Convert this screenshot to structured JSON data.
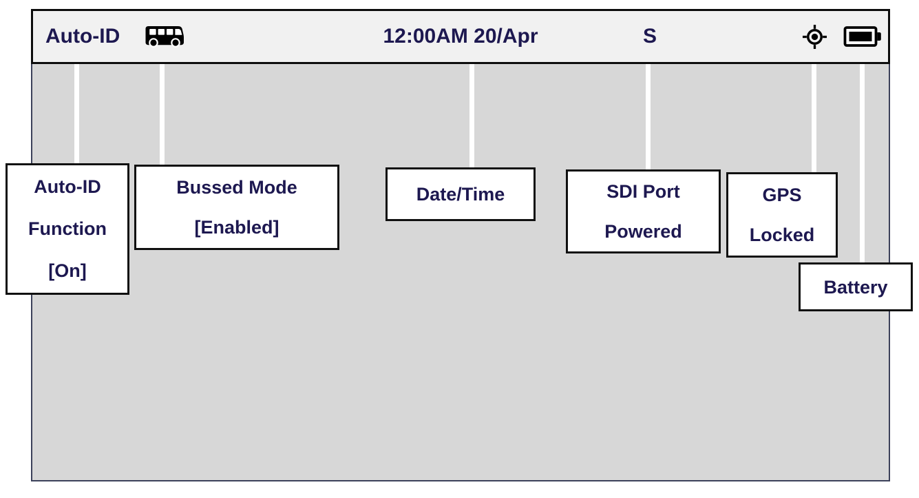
{
  "status_bar": {
    "mode_label": "Auto-ID",
    "datetime": "12:00AM 20/Apr",
    "sdi_indicator": "S",
    "icons": {
      "bus": "bus-icon",
      "gps": "gps-target-icon",
      "battery": "battery-full-icon"
    }
  },
  "callouts": {
    "auto_id": {
      "line1": "Auto-ID",
      "line2": "Function",
      "line3": "[On]"
    },
    "bussed_mode": {
      "line1": "Bussed Mode",
      "line2": "[Enabled]"
    },
    "date_time": {
      "line1": "Date/Time"
    },
    "sdi_port": {
      "line1": "SDI Port",
      "line2": "Powered"
    },
    "gps_locked": {
      "line1": "GPS",
      "line2": "Locked"
    },
    "battery": {
      "line1": "Battery"
    }
  },
  "colors": {
    "text_navy": "#1D1850",
    "screen_gray": "#D7D7D7",
    "statusbar_bg": "#F1F1F1",
    "statusbar_border": "#0D0D0D",
    "screen_border": "#3C415A",
    "callout_border": "#101010",
    "leader_line": "#FFFFFF",
    "icon_black": "#000000"
  }
}
